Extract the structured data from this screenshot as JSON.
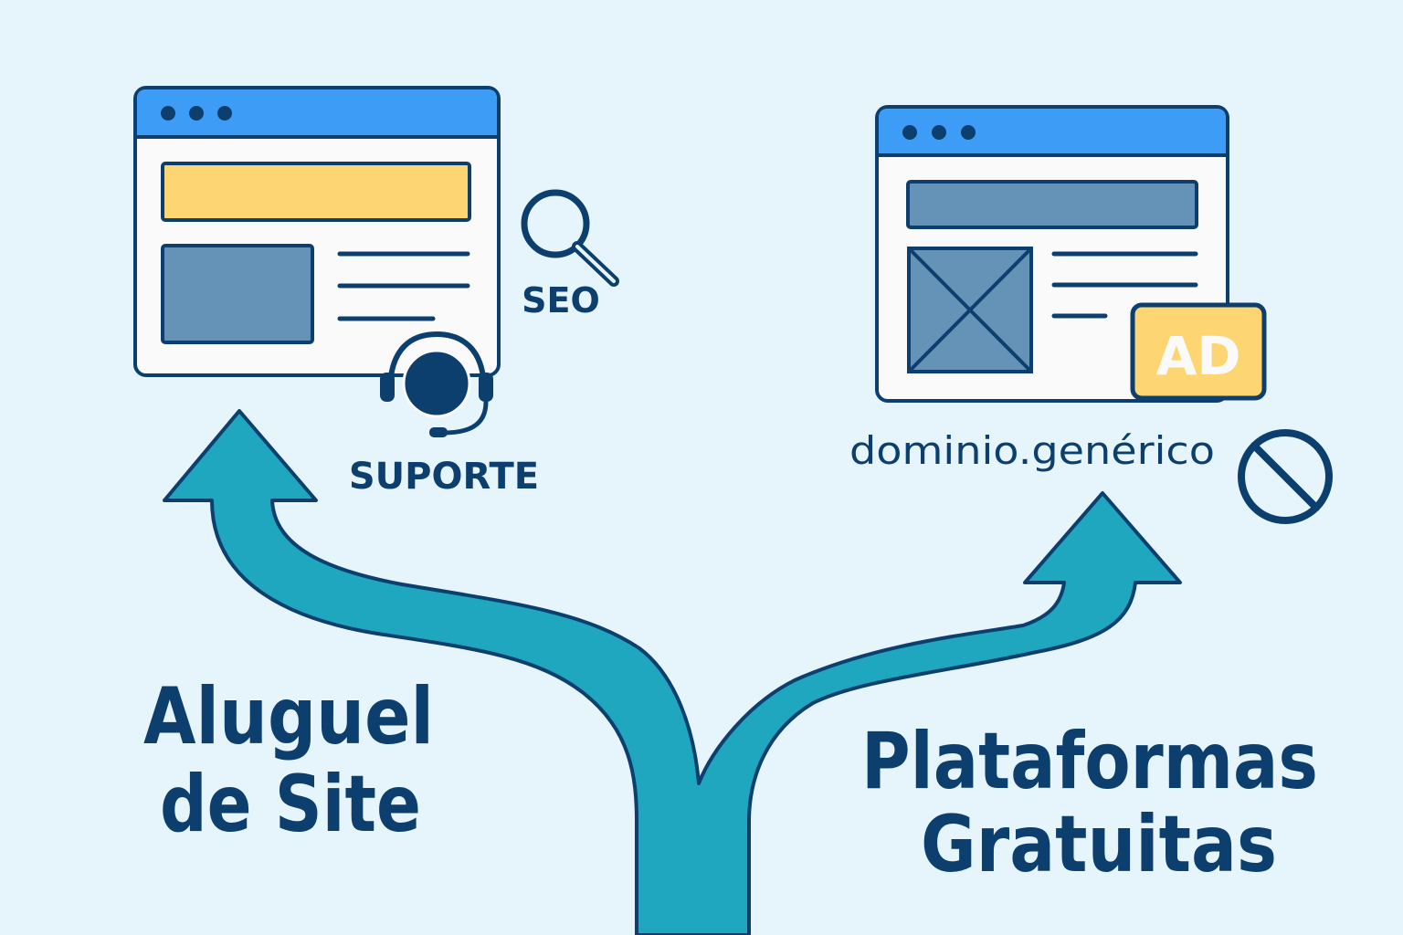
{
  "colors": {
    "background": "#e6f5fc",
    "outline": "#0d3f6e",
    "browser_bar": "#3d9cf5",
    "window_body": "#fafafa",
    "yellow_banner": "#fdd673",
    "slate_block": "#6593b8",
    "arrow": "#1fa7bf",
    "ad_badge": "#fdd673"
  },
  "left": {
    "title_line1": "Aluguel",
    "title_line2": "de Site",
    "seo_label": "SEO",
    "support_label": "SUPORTE",
    "icons": [
      "browser-window-icon",
      "magnifier-icon",
      "headset-icon"
    ]
  },
  "right": {
    "title_line1": "Plataformas",
    "title_line2": "Gratuitas",
    "domain_label": "dominio.genérico",
    "ad_label": "AD",
    "icons": [
      "browser-window-icon",
      "image-placeholder-icon",
      "prohibited-icon"
    ]
  }
}
